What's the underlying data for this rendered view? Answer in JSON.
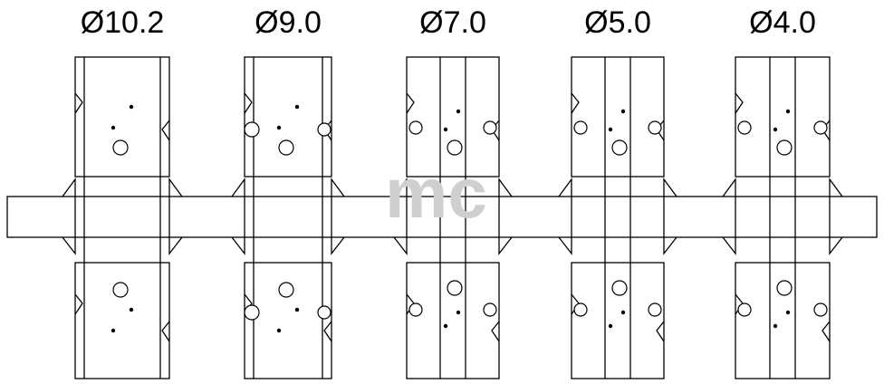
{
  "watermark": "mc",
  "sizes": [
    {
      "label": "Ø10.2",
      "style": "split"
    },
    {
      "label": "Ø9.0",
      "style": "split"
    },
    {
      "label": "Ø7.0",
      "style": "triple"
    },
    {
      "label": "Ø5.0",
      "style": "triple"
    },
    {
      "label": "Ø4.0",
      "style": "triple"
    }
  ]
}
